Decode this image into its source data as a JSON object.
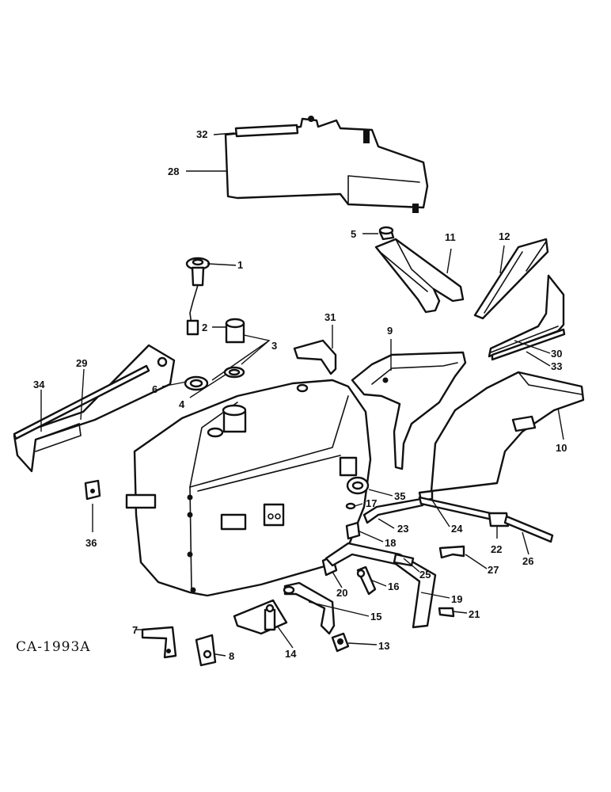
{
  "drawing_code": "CA-1993A",
  "callouts": {
    "c1": "1",
    "c2": "2",
    "c3": "3",
    "c4": "4",
    "c5": "5",
    "c6": "6",
    "c7": "7",
    "c8": "8",
    "c9": "9",
    "c10": "10",
    "c11": "11",
    "c12": "12",
    "c13": "13",
    "c14": "14",
    "c15": "15",
    "c16": "16",
    "c17": "17",
    "c18": "18",
    "c19": "19",
    "c20": "20",
    "c21": "21",
    "c22": "22",
    "c23": "23",
    "c24": "24",
    "c25": "25",
    "c26": "26",
    "c27": "27",
    "c28": "28",
    "c29": "29",
    "c30": "30",
    "c31": "31",
    "c32": "32",
    "c33": "33",
    "c34": "34",
    "c35": "35",
    "c36": "36"
  }
}
